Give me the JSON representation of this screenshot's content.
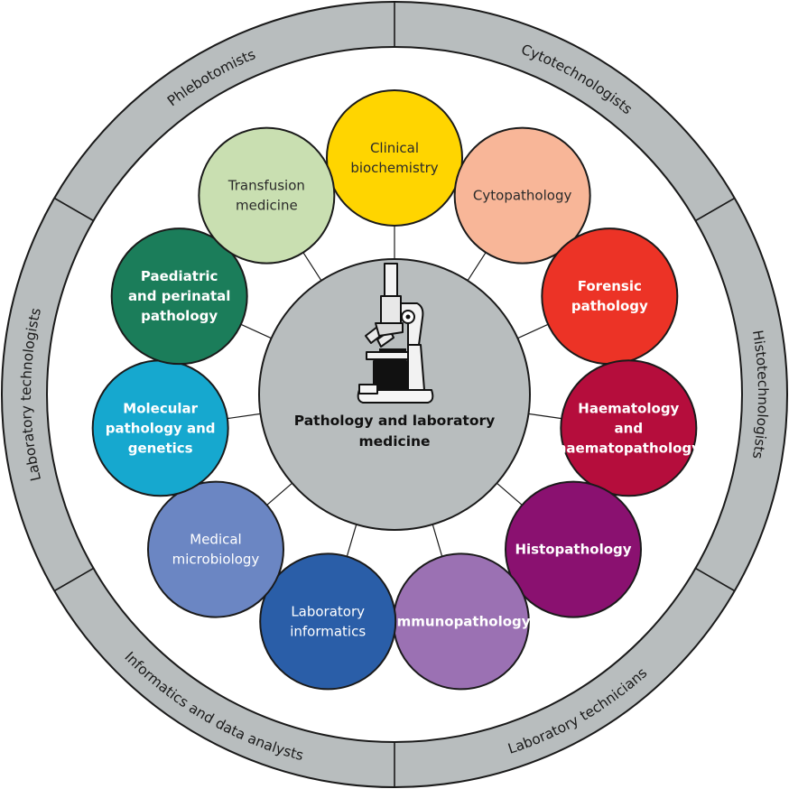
{
  "center": {
    "label_lines": [
      "Pathology and laboratory",
      "medicine"
    ],
    "icon": "microscope-icon"
  },
  "specialties": [
    {
      "id": "clinical-biochemistry",
      "lines": [
        "Clinical",
        "biochemistry"
      ],
      "color": "#FFD500",
      "text_color": "#2a2a2a",
      "bold": false
    },
    {
      "id": "cytopathology",
      "lines": [
        "Cytopathology"
      ],
      "color": "#F8B698",
      "text_color": "#2a2a2a",
      "bold": false
    },
    {
      "id": "forensic-pathology",
      "lines": [
        "Forensic",
        "pathology"
      ],
      "color": "#EC3326",
      "text_color": "#ffffff",
      "bold": true
    },
    {
      "id": "haematology",
      "lines": [
        "Haematology",
        "and",
        "haematopathology"
      ],
      "color": "#B50D3C",
      "text_color": "#ffffff",
      "bold": true
    },
    {
      "id": "histopathology",
      "lines": [
        "Histopathology"
      ],
      "color": "#8A1170",
      "text_color": "#ffffff",
      "bold": true
    },
    {
      "id": "immunopathology",
      "lines": [
        "Immunopathology"
      ],
      "color": "#9B71B3",
      "text_color": "#ffffff",
      "bold": true
    },
    {
      "id": "laboratory-informatics",
      "lines": [
        "Laboratory",
        "informatics"
      ],
      "color": "#2A5EA8",
      "text_color": "#ffffff",
      "bold": false
    },
    {
      "id": "medical-microbiology",
      "lines": [
        "Medical",
        "microbiology"
      ],
      "color": "#6B86C3",
      "text_color": "#ffffff",
      "bold": false
    },
    {
      "id": "molecular-pathology",
      "lines": [
        "Molecular",
        "pathology and",
        "genetics"
      ],
      "color": "#16A8CF",
      "text_color": "#ffffff",
      "bold": true
    },
    {
      "id": "paediatric-pathology",
      "lines": [
        "Paediatric",
        "and perinatal",
        "pathology"
      ],
      "color": "#1B7D5A",
      "text_color": "#ffffff",
      "bold": true
    },
    {
      "id": "transfusion-medicine",
      "lines": [
        "Transfusion",
        "medicine"
      ],
      "color": "#C9DFB1",
      "text_color": "#2a2a2a",
      "bold": false
    }
  ],
  "workforce": [
    "Cytotechnologists",
    "Histotechnologists",
    "Laboratory technicians",
    "Informatics and data analysts",
    "Laboratory technologists",
    "Phlebotomists"
  ],
  "colors": {
    "ring": "#B8BDBE",
    "center": "#B8BDBE",
    "stroke": "#1a1a1a"
  }
}
